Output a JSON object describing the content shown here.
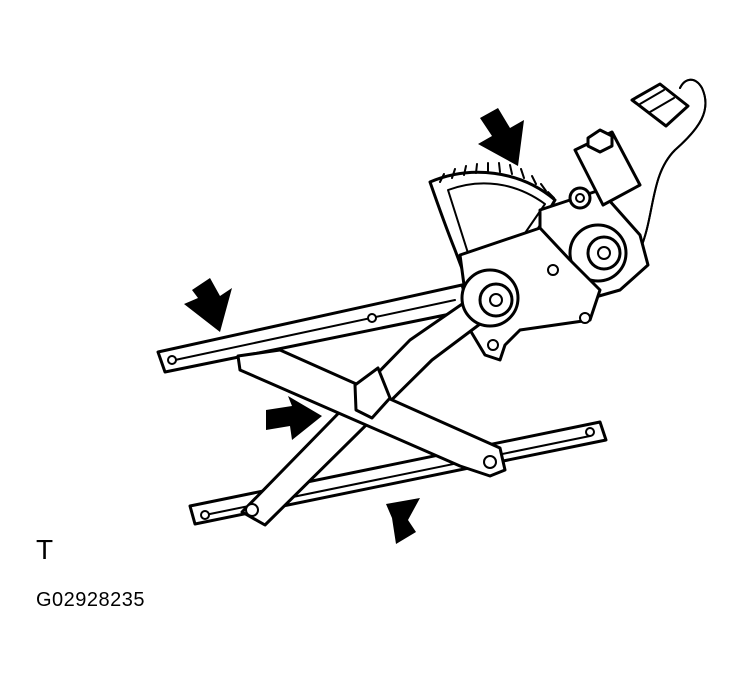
{
  "figure": {
    "corner_mark": "T",
    "figure_id": "G02928235"
  },
  "colors": {
    "line": "#000000",
    "background": "#ffffff"
  },
  "callout_arrow_count": 4
}
